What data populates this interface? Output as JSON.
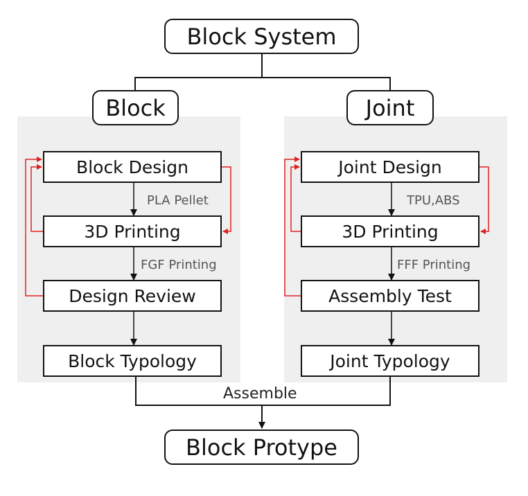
{
  "root": {
    "title": "Block System"
  },
  "branches": {
    "block": {
      "title": "Block",
      "steps": [
        "Block Design",
        "3D Printing",
        "Design Review",
        "Block Typology"
      ],
      "edge_labels": [
        "PLA Pellet",
        "FGF Printing"
      ]
    },
    "joint": {
      "title": "Joint",
      "steps": [
        "Joint Design",
        "3D Printing",
        "Assembly Test",
        "Joint Typology"
      ],
      "edge_labels": [
        "TPU,ABS",
        "FFF Printing"
      ]
    }
  },
  "merge_label": "Assemble",
  "result": {
    "title": "Block Protype"
  },
  "colors": {
    "feedback": "#e02020",
    "line": "#111111",
    "panel": "#efefef"
  }
}
